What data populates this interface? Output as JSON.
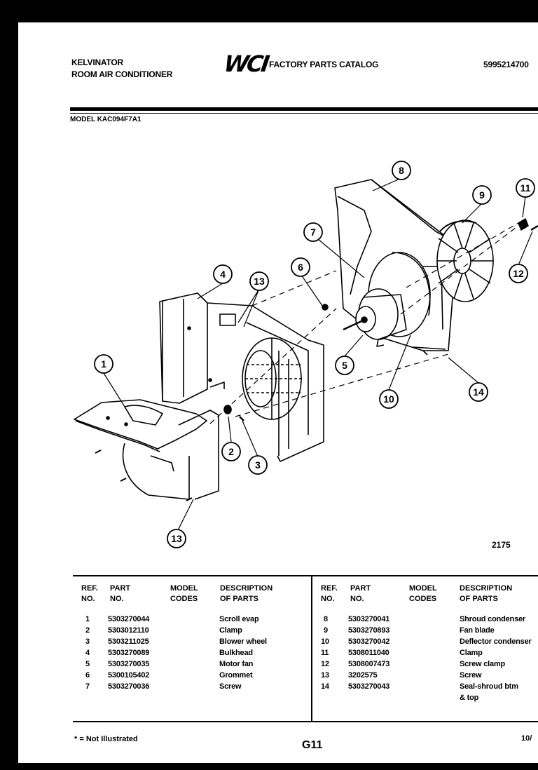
{
  "header": {
    "brand": "KELVINATOR",
    "product": "ROOM AIR CONDITIONER",
    "logo": "WCI",
    "catalog_title": "FACTORY PARTS CATALOG",
    "catalog_number": "5995214700",
    "model": "MODEL KAC094F7A1"
  },
  "diagram": {
    "callouts": [
      "1",
      "2",
      "3",
      "4",
      "5",
      "6",
      "7",
      "8",
      "9",
      "10",
      "11",
      "12",
      "13",
      "13",
      "14"
    ],
    "figure_number": "2175"
  },
  "table": {
    "headers": {
      "ref": "REF.\nNO.",
      "part": "PART\nNO.",
      "codes": "MODEL\nCODES",
      "desc": "DESCRIPTION\nOF PARTS"
    },
    "left_rows": [
      {
        "ref": "1",
        "part": "5303270044",
        "desc": "Scroll evap"
      },
      {
        "ref": "2",
        "part": "5303012110",
        "desc": "Clamp"
      },
      {
        "ref": "3",
        "part": "5303211025",
        "desc": "Blower wheel"
      },
      {
        "ref": "4",
        "part": "5303270089",
        "desc": "Bulkhead"
      },
      {
        "ref": "5",
        "part": "5303270035",
        "desc": "Motor fan"
      },
      {
        "ref": "6",
        "part": "5300105402",
        "desc": "Grommet"
      },
      {
        "ref": "7",
        "part": "5303270036",
        "desc": "Screw"
      }
    ],
    "right_rows": [
      {
        "ref": "8",
        "part": "5303270041",
        "desc": "Shroud condenser"
      },
      {
        "ref": "9",
        "part": "5303270893",
        "desc": "Fan blade"
      },
      {
        "ref": "10",
        "part": "5303270042",
        "desc": "Deflector condenser"
      },
      {
        "ref": "11",
        "part": "5308011040",
        "desc": "Clamp"
      },
      {
        "ref": "12",
        "part": "5308007473",
        "desc": "Screw clamp"
      },
      {
        "ref": "13",
        "part": "3202575",
        "desc": "Screw"
      },
      {
        "ref": "14",
        "part": "5303270043",
        "desc": "Seal-shroud btm"
      },
      {
        "ref": "",
        "part": "",
        "desc": "& top"
      }
    ]
  },
  "footer": {
    "note": "* = Not Illustrated",
    "page": "G11",
    "date": "10/"
  }
}
